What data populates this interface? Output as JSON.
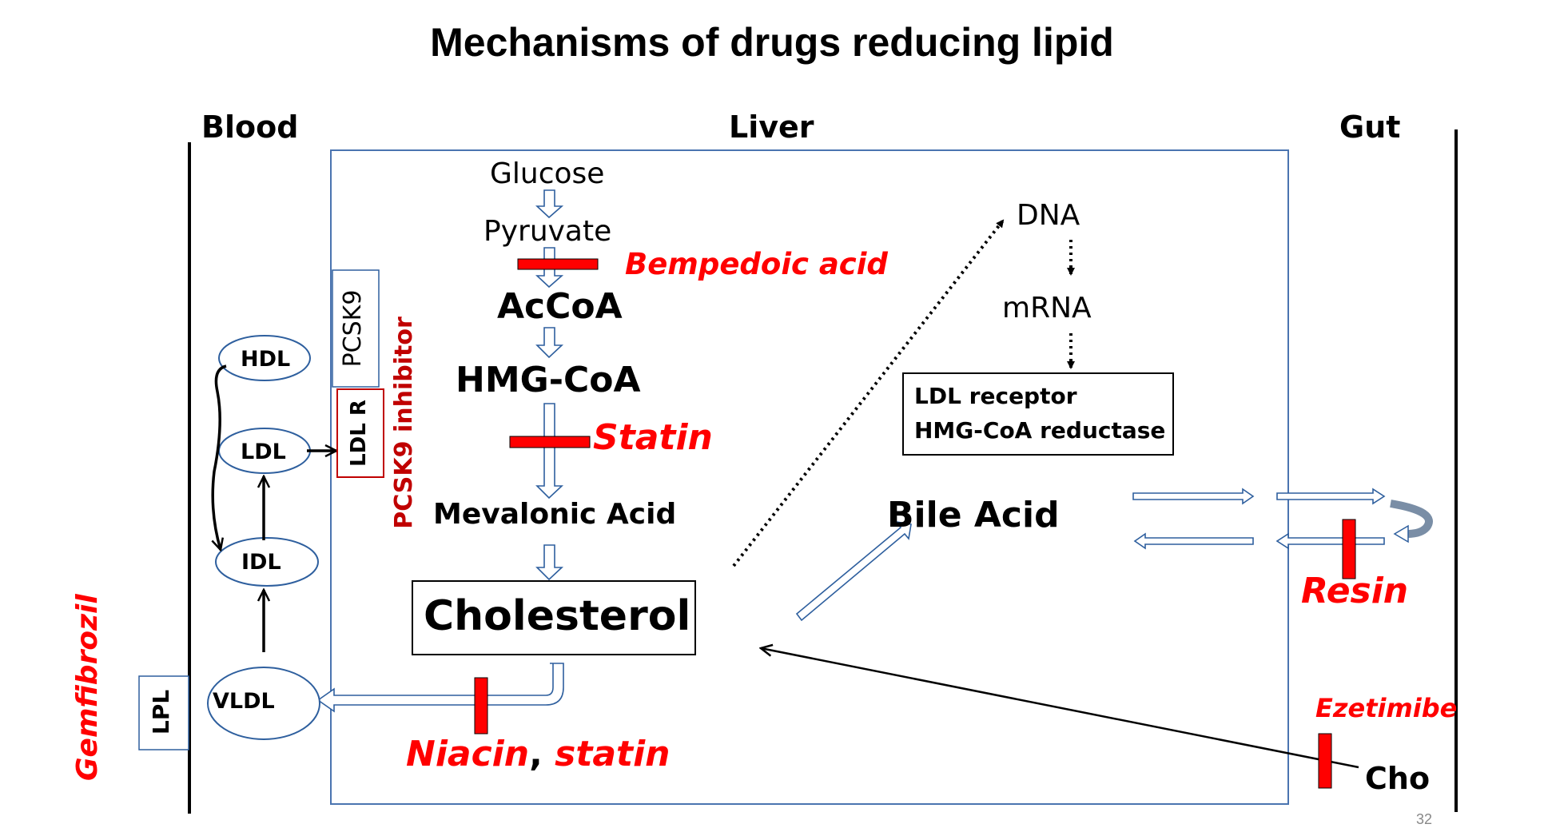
{
  "title": "Mechanisms of drugs reducing lipid",
  "regions": {
    "blood": "Blood",
    "liver": "Liver",
    "gut": "Gut"
  },
  "pathway": {
    "glucose": "Glucose",
    "pyruvate": "Pyruvate",
    "accoa": "AcCoA",
    "hmgcoa": "HMG-CoA",
    "mevalonic": "Mevalonic Acid",
    "cholesterol": "Cholesterol",
    "bile_acid": "Bile Acid",
    "dna": "DNA",
    "mrna": "mRNA",
    "ldl_receptor": "LDL receptor",
    "hmgcoa_reductase": "HMG-CoA reductase",
    "cho": "Cho"
  },
  "lipoproteins": {
    "hdl": "HDL",
    "ldl": "LDL",
    "idl": "IDL",
    "vldl": "VLDL"
  },
  "receptors": {
    "pcsk9": "PCSK9",
    "ldlr": "LDL R",
    "lpl": "LPL"
  },
  "drugs": {
    "bempedoic": "Bempedoic acid",
    "statin": "Statin",
    "niacin": "Niacin",
    "niacin_sep": ",",
    "niacin_statin": "statin",
    "pcsk9_inhibitor": "PCSK9 inhibitor",
    "gemfibrozil": "Gemfibrozil",
    "resin": "Resin",
    "ezetimibe": "Ezetimibe"
  },
  "page_number": "32",
  "colors": {
    "drug_red": "#ff0000",
    "block_red": "#ff0000",
    "dark_red": "#c00000",
    "liver_border": "#4a74b0",
    "arrow_blue": "#2e5f9e"
  }
}
